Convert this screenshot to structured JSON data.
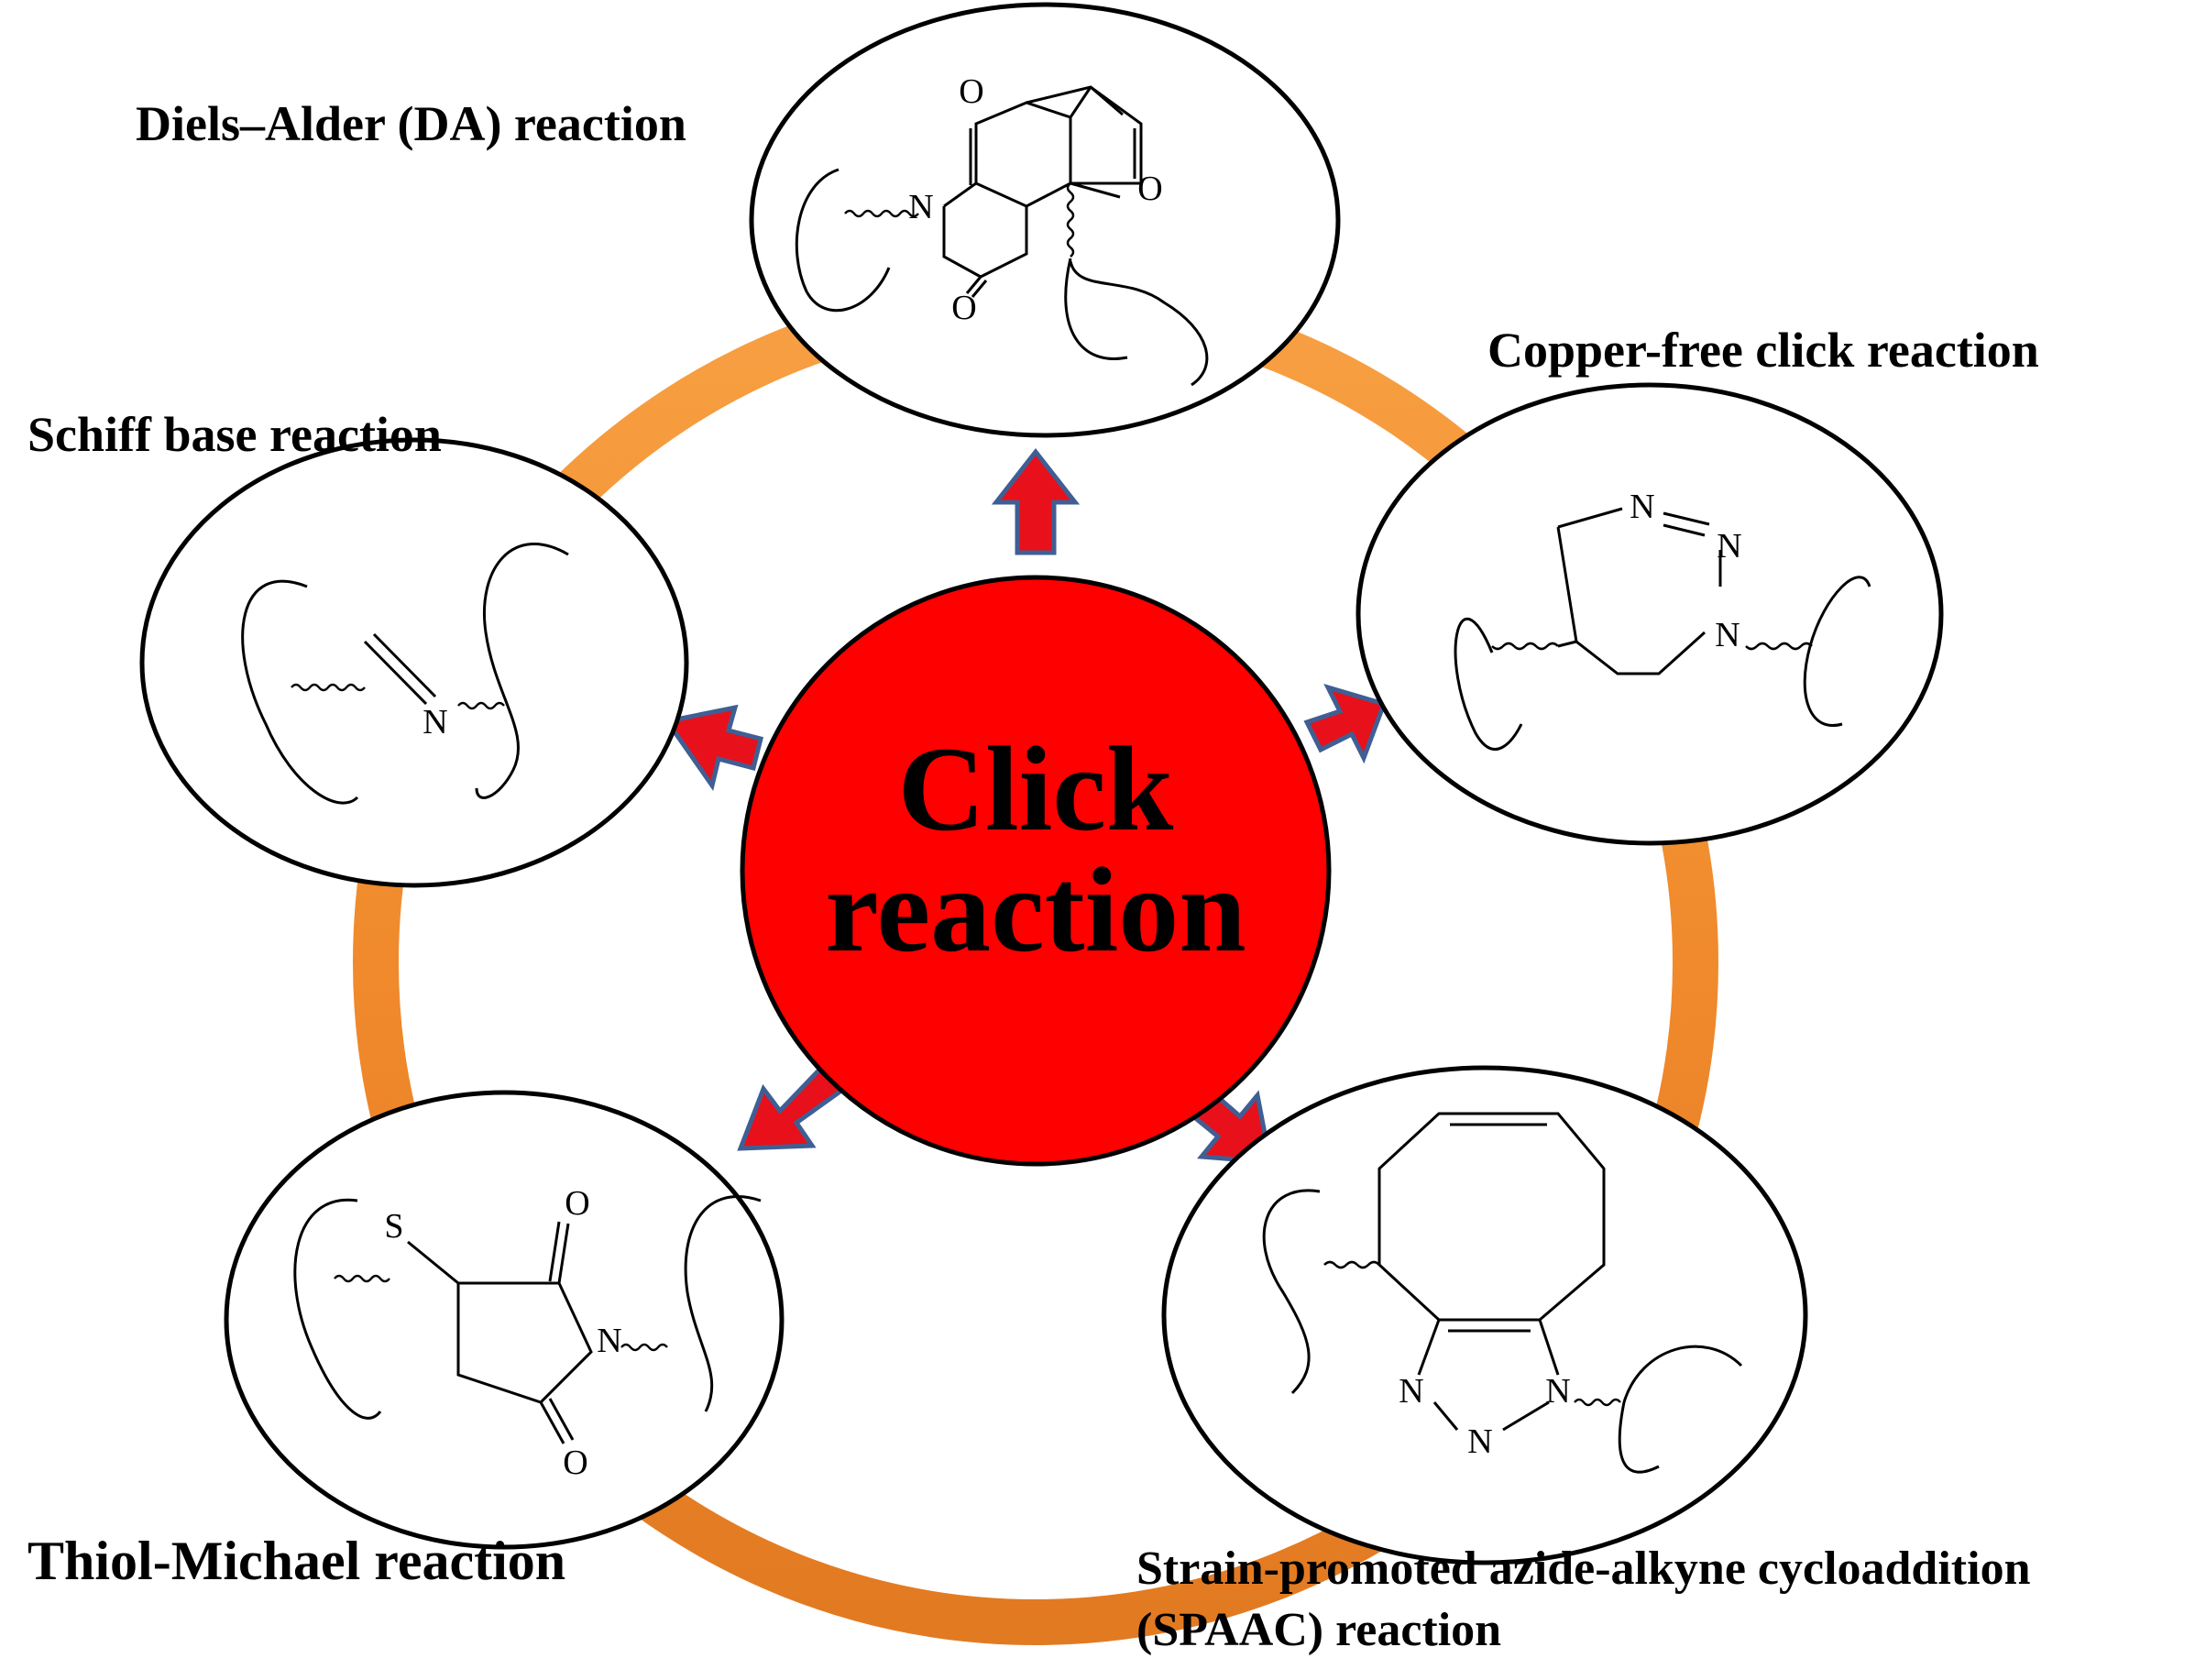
{
  "center": {
    "line1": "Click",
    "line2": "reaction"
  },
  "colors": {
    "center_fill": "#ff0000",
    "ring": "#f0882a",
    "arrow_fill": "#e8101a",
    "arrow_outline": "#3f5f94"
  },
  "reactions": {
    "diels_alder": {
      "label": "Diels–Alder (DA) reaction",
      "atoms": [
        "O",
        "N",
        "O",
        "O"
      ]
    },
    "copper_free": {
      "label": "Copper-free click reaction",
      "atoms": [
        "N",
        "N",
        "N"
      ]
    },
    "schiff_base": {
      "label": "Schiff base reaction",
      "atoms": [
        "N"
      ]
    },
    "thiol_michael": {
      "label": "Thiol-Michael reaction",
      "atoms": [
        "S",
        "O",
        "N",
        "O"
      ]
    },
    "spaac": {
      "label_line1": "Strain-promoted azide-alkyne cycloaddition",
      "label_line2": "(SPAAC) reaction",
      "atoms": [
        "N",
        "N",
        "N"
      ]
    }
  }
}
